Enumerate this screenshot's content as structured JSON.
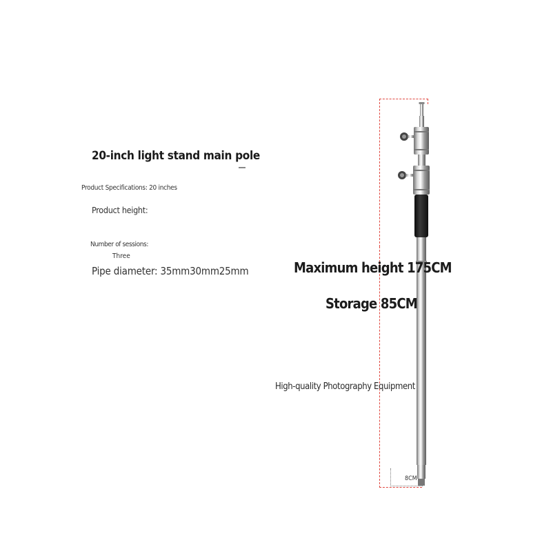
{
  "product": {
    "title": "20-inch light stand main pole",
    "specifications": "Product Specifications: 20 inches",
    "height_label": "Product height:",
    "sessions_label": "Number of sessions:",
    "sessions_value": "Three",
    "pipe_diameter": "Pipe diameter: 35mm30mm25mm"
  },
  "callouts": {
    "max_height": "Maximum height 175CM",
    "storage": "Storage 85CM",
    "quality": "High-quality Photography Equipment",
    "base_width": "8CM"
  },
  "colors": {
    "guide_lines": "#e0473f",
    "grip": "#1b1b1b",
    "chrome_light": "#f2f2f2",
    "chrome_dark": "#7a7a7a",
    "text": "#1a1a1a"
  }
}
